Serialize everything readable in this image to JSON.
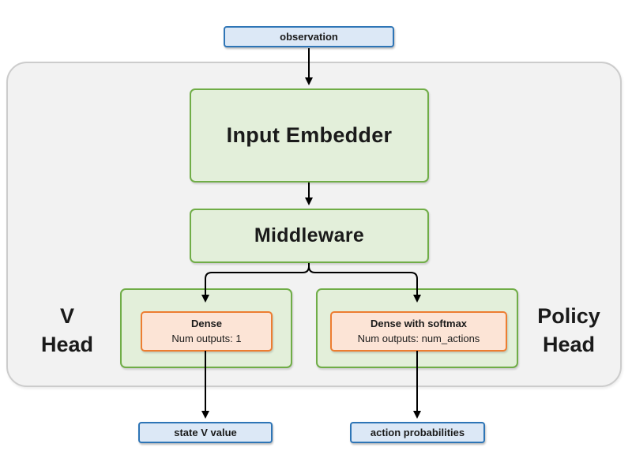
{
  "colors": {
    "blue-fill": "#dce8f6",
    "blue-border": "#2e75b6",
    "green-fill": "#e3efda",
    "green-border": "#70ad47",
    "orange-fill": "#fce4d6",
    "orange-border": "#ed7d31",
    "container-fill": "#f2f2f2",
    "container-border": "#cccccc",
    "arrow": "#000000",
    "text": "#1a1a1a"
  },
  "nodes": {
    "observation": {
      "label": "observation"
    },
    "input_embedder": {
      "label": "Input Embedder"
    },
    "middleware": {
      "label": "Middleware"
    },
    "v_head": {
      "title_line1": "V",
      "title_line2": "Head",
      "dense_title": "Dense",
      "dense_subtitle": "Num outputs: 1"
    },
    "policy_head": {
      "title_line1": "Policy",
      "title_line2": "Head",
      "dense_title": "Dense with softmax",
      "dense_subtitle": "Num outputs: num_actions"
    },
    "state_v_value": {
      "label": "state V value"
    },
    "action_probabilities": {
      "label": "action probabilities"
    }
  }
}
